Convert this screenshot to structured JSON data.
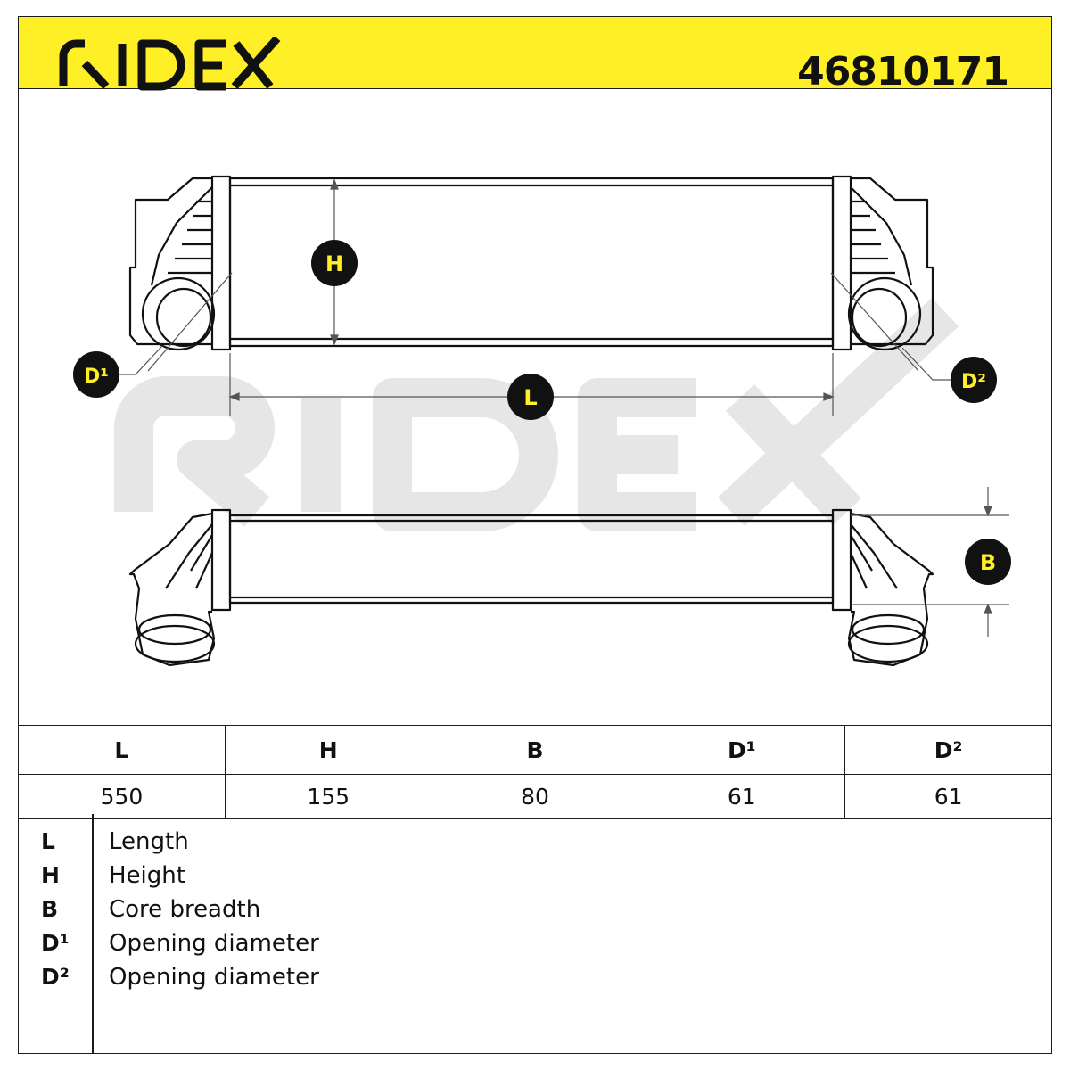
{
  "header": {
    "brand": "RIDEX",
    "part_number": "46810171",
    "background_color": "#ffef27"
  },
  "drawing": {
    "watermark": "RIDEX",
    "labels": {
      "height": "H",
      "length": "L",
      "breadth": "B",
      "opening_1": "D¹",
      "opening_2": "D²"
    },
    "badge_color": "#ffef27"
  },
  "dimensions": {
    "headers": [
      "L",
      "H",
      "B",
      "D¹",
      "D²"
    ],
    "values": [
      "550",
      "155",
      "80",
      "61",
      "61"
    ]
  },
  "legend": [
    {
      "key": "L",
      "description": "Length"
    },
    {
      "key": "H",
      "description": "Height"
    },
    {
      "key": "B",
      "description": "Core breadth"
    },
    {
      "key": "D¹",
      "description": "Opening diameter"
    },
    {
      "key": "D²",
      "description": "Opening diameter"
    }
  ]
}
